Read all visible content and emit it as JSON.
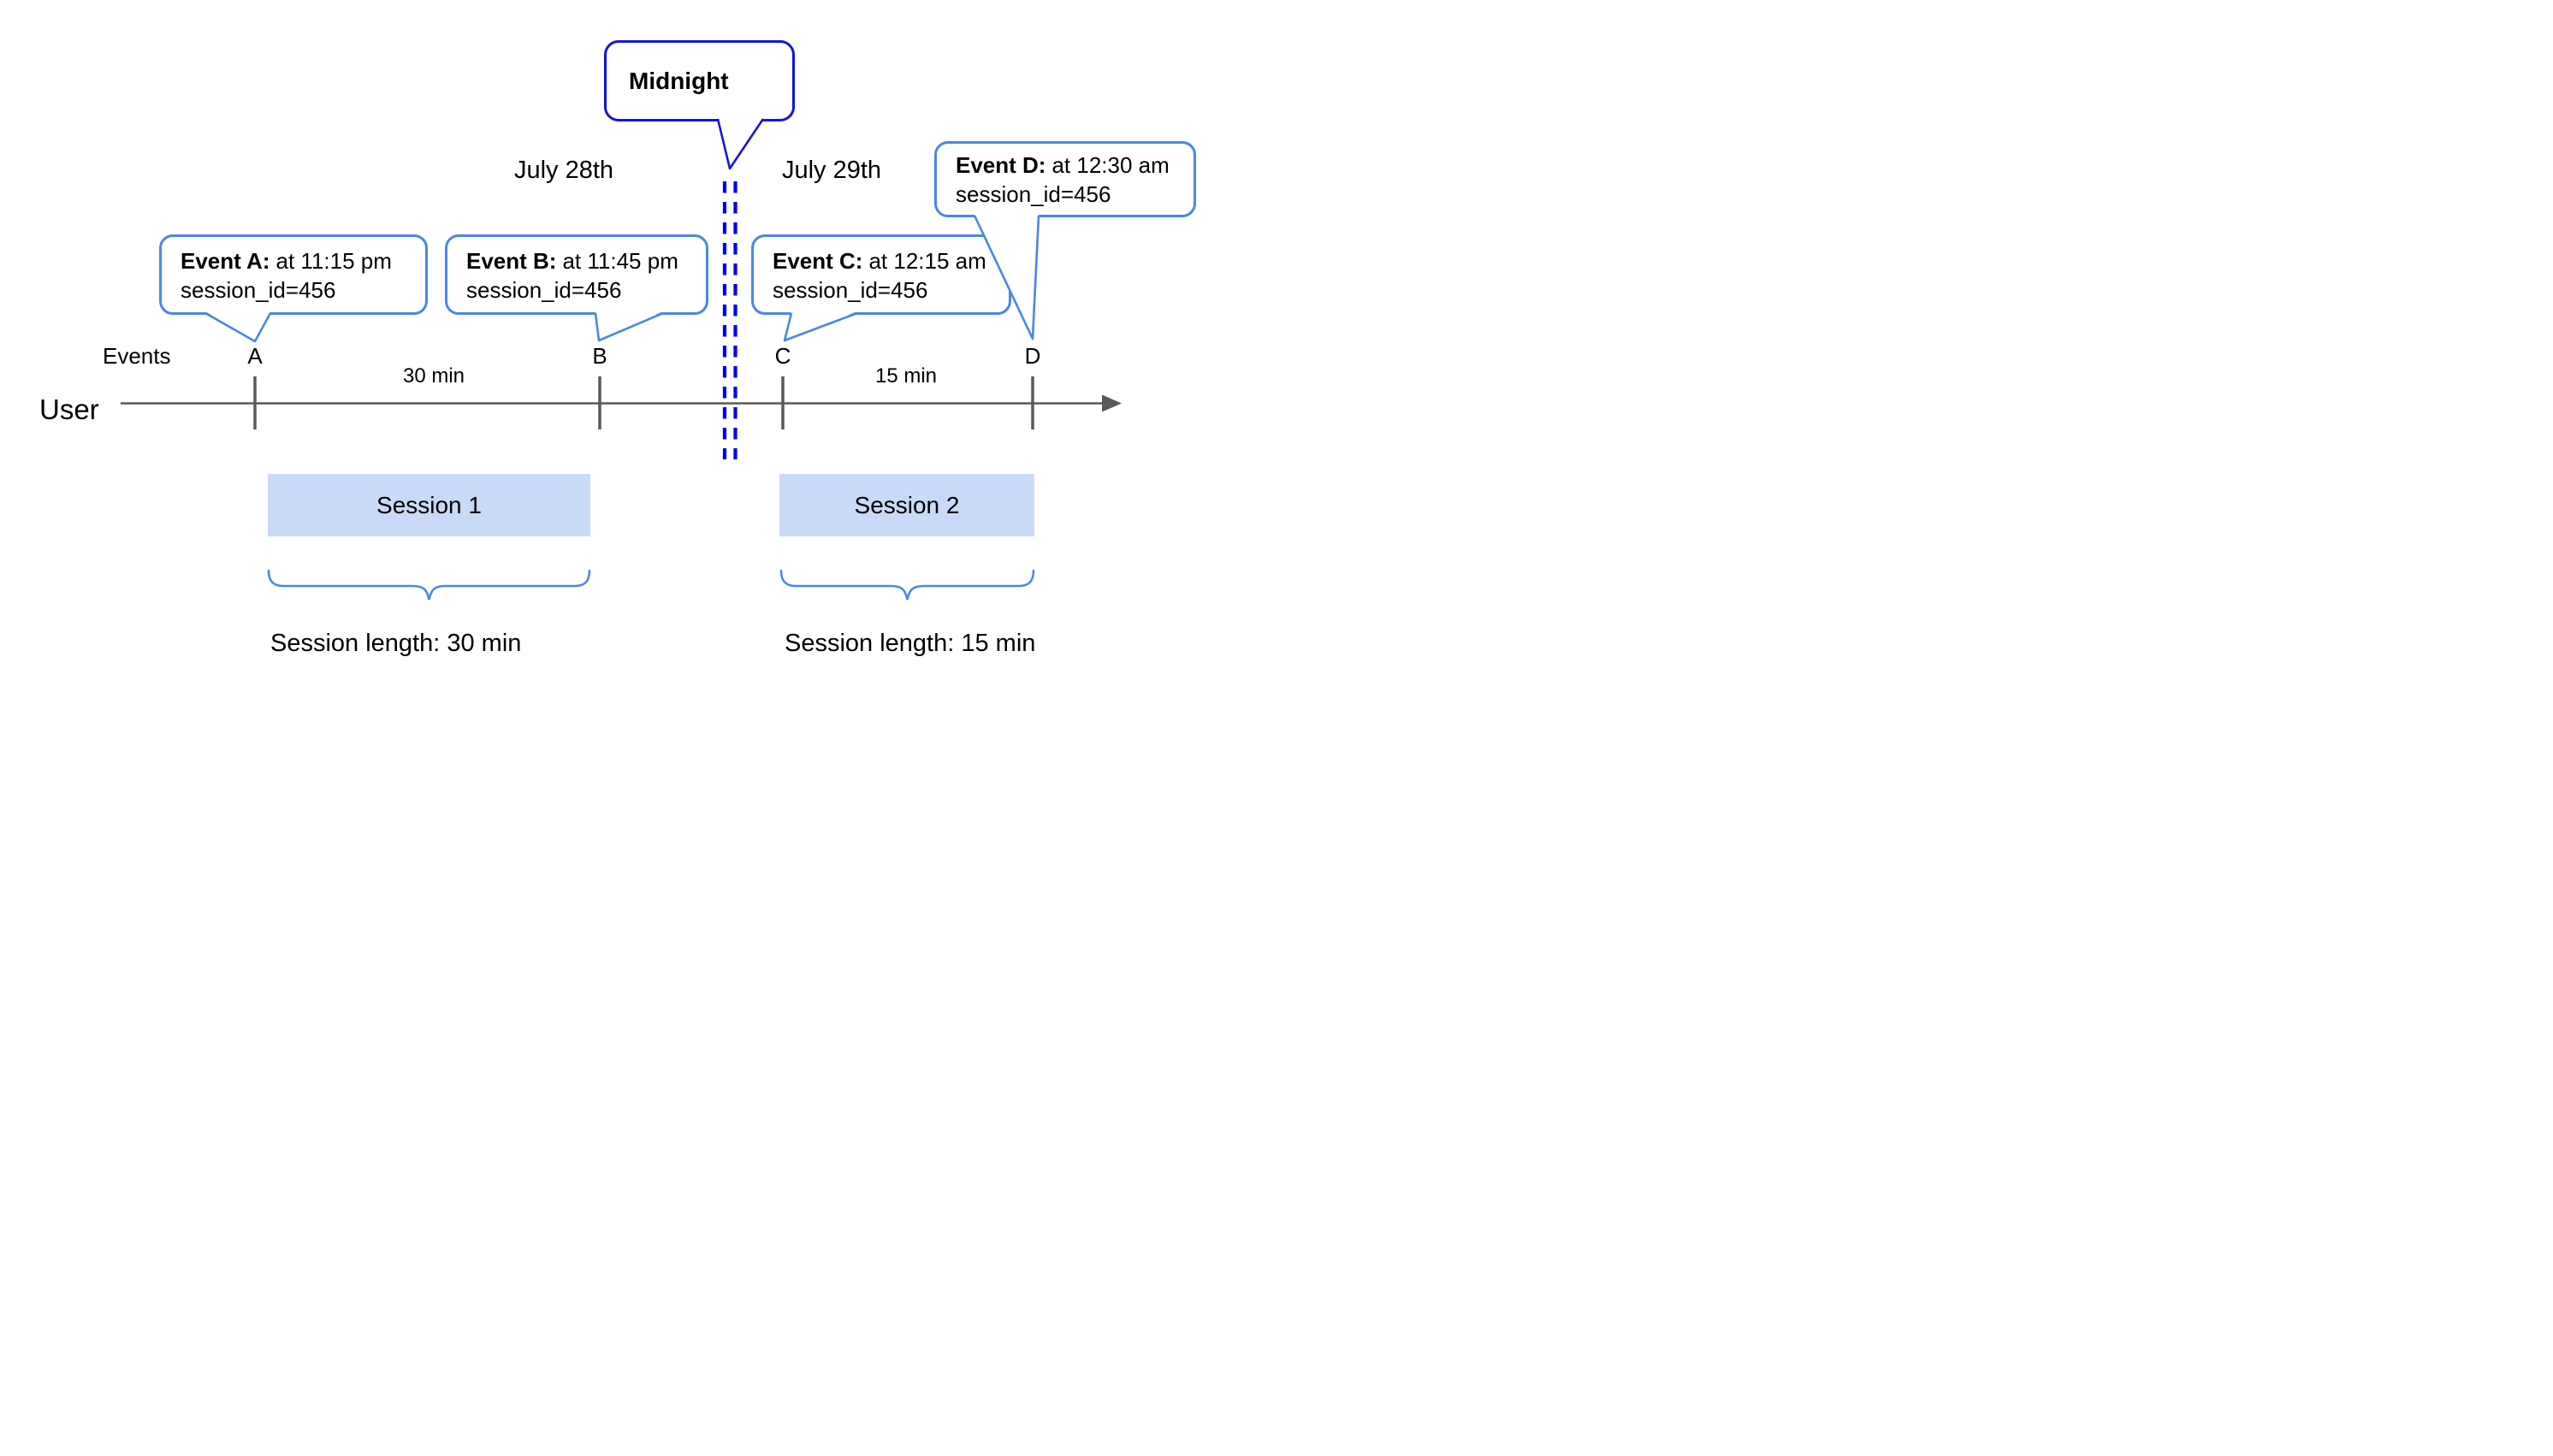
{
  "diagram": {
    "midnight": {
      "label": "Midnight"
    },
    "dates": [
      {
        "label": "July 28th"
      },
      {
        "label": "July 29th"
      }
    ],
    "events": [
      {
        "letter": "A",
        "title": "Event A:",
        "time": "at 11:15 pm",
        "session": "session_id=456"
      },
      {
        "letter": "B",
        "title": "Event B:",
        "time": "at 11:45 pm",
        "session": "session_id=456"
      },
      {
        "letter": "C",
        "title": "Event C:",
        "time": "at 12:15 am",
        "session": "session_id=456"
      },
      {
        "letter": "D",
        "title": "Event D:",
        "time": "at 12:30 am",
        "session": "session_id=456"
      }
    ],
    "axis": {
      "events_label": "Events",
      "user_label": "User",
      "intervals": [
        {
          "label": "30 min"
        },
        {
          "label": "15 min"
        }
      ]
    },
    "sessions": [
      {
        "label": "Session 1",
        "length_label": "Session length: 30 min"
      },
      {
        "label": "Session 2",
        "length_label": "Session length: 15 min"
      }
    ],
    "colors": {
      "bubble_border": "#4a86e8",
      "midnight_border": "#1414dd",
      "divider_blue": "#0000f0",
      "session_fill": "#c9daf8",
      "axis_gray": "#595959"
    }
  }
}
